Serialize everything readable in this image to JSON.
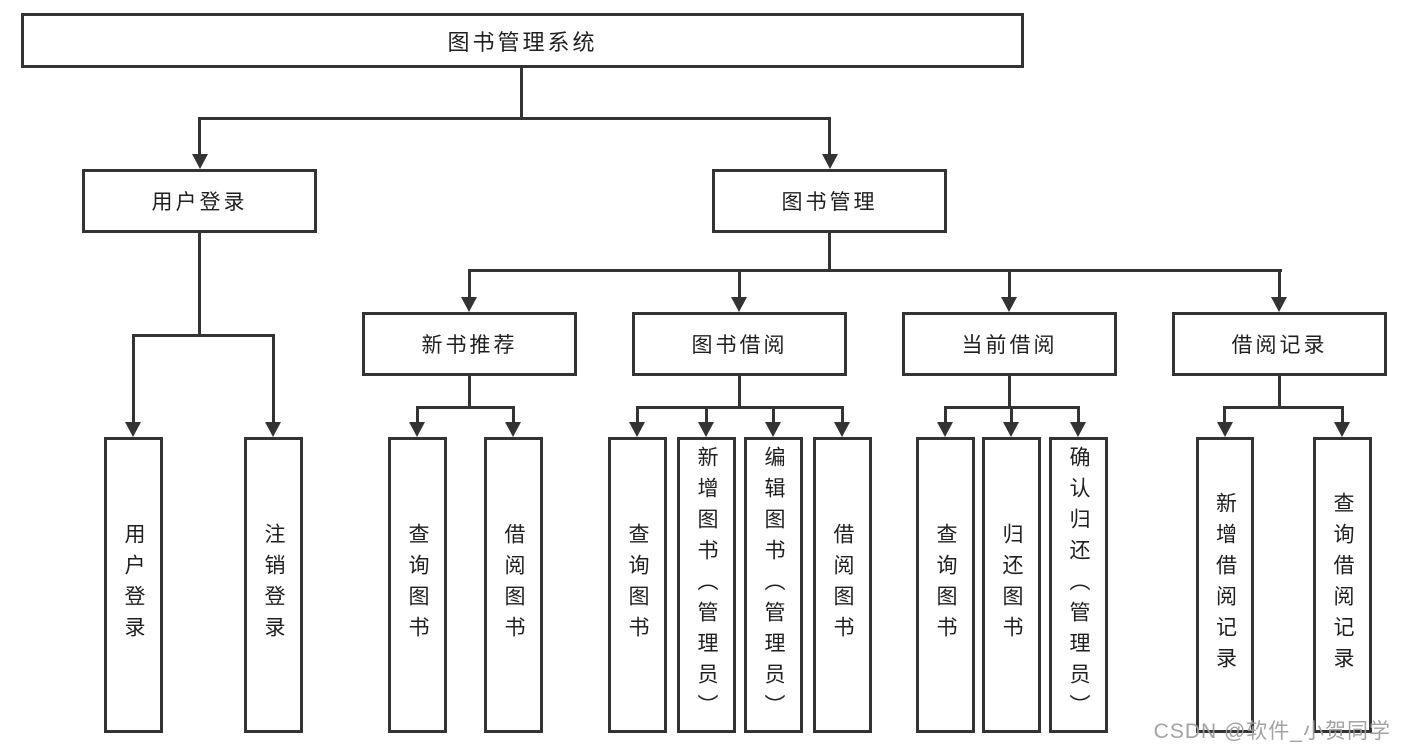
{
  "tree": {
    "label": "图书管理系统",
    "children": [
      {
        "label": "用户登录",
        "children": [
          {
            "label": "用户登录"
          },
          {
            "label": "注销登录"
          }
        ]
      },
      {
        "label": "图书管理",
        "children": [
          {
            "label": "新书推荐",
            "children": [
              {
                "label": "查询图书"
              },
              {
                "label": "借阅图书"
              }
            ]
          },
          {
            "label": "图书借阅",
            "children": [
              {
                "label": "查询图书"
              },
              {
                "label": "新增图书（管理员）"
              },
              {
                "label": "编辑图书（管理员）"
              },
              {
                "label": "借阅图书"
              }
            ]
          },
          {
            "label": "当前借阅",
            "children": [
              {
                "label": "查询图书"
              },
              {
                "label": "归还图书"
              },
              {
                "label": "确认归还（管理员）"
              }
            ]
          },
          {
            "label": "借阅记录",
            "children": [
              {
                "label": "新增借阅记录"
              },
              {
                "label": "查询借阅记录"
              }
            ]
          }
        ]
      }
    ]
  },
  "watermark": {
    "text": "CSDN @软件_小贺同学"
  },
  "colors": {
    "line": "#333333",
    "text": "#1f1f1f",
    "box_background": "#ffffff",
    "watermark": "#9e9e9e"
  }
}
